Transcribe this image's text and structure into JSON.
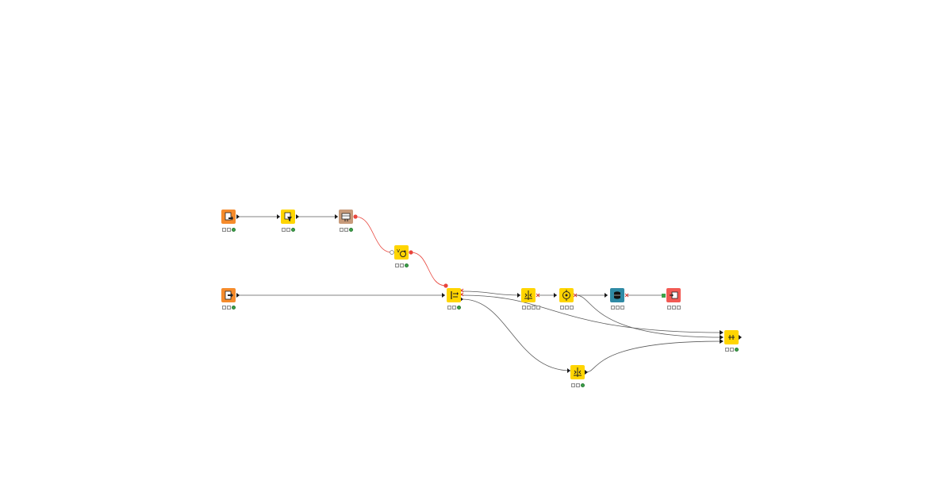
{
  "workflow": {
    "colors": {
      "source": "#f58b2b",
      "manipulator": "#ffd500",
      "visualizer": "#c79a7a",
      "db": "#2f8aa5",
      "sink": "#f25a54",
      "wire_data": "#5a5a5a",
      "wire_flow": "#e8453c",
      "status_ok": "#3da34a"
    },
    "nodes": [
      {
        "id": "n1",
        "kind": "source",
        "icon": "file-reader-icon",
        "ports_status": [
          "off",
          "off",
          "ok"
        ]
      },
      {
        "id": "n2",
        "kind": "manipulator",
        "icon": "column-filter-icon",
        "ports_status": [
          "off",
          "off",
          "ok"
        ]
      },
      {
        "id": "n3",
        "kind": "visualizer",
        "icon": "table-view-icon",
        "ports_status": [
          "off",
          "off",
          "ok"
        ]
      },
      {
        "id": "n4",
        "kind": "manipulator",
        "icon": "variable-loop-icon",
        "ports_status": [
          "off",
          "off",
          "ok"
        ]
      },
      {
        "id": "n5",
        "kind": "source",
        "icon": "table-reader-icon",
        "ports_status": [
          "off",
          "off",
          "ok"
        ]
      },
      {
        "id": "n6",
        "kind": "manipulator",
        "icon": "splitter-icon",
        "ports_status": [
          "off",
          "off",
          "ok"
        ]
      },
      {
        "id": "n7",
        "kind": "manipulator",
        "icon": "partition-icon",
        "ports_status": [
          "off",
          "off",
          "off",
          "off"
        ]
      },
      {
        "id": "n8",
        "kind": "manipulator",
        "icon": "model-learner-icon",
        "ports_status": [
          "off",
          "off",
          "off"
        ]
      },
      {
        "id": "n9",
        "kind": "db",
        "icon": "database-icon",
        "ports_status": [
          "off",
          "off",
          "off"
        ]
      },
      {
        "id": "n10",
        "kind": "sink",
        "icon": "writer-icon",
        "ports_status": [
          "off",
          "off",
          "off"
        ]
      },
      {
        "id": "n11",
        "kind": "manipulator",
        "icon": "concatenate-icon",
        "ports_status": [
          "off",
          "off",
          "ok"
        ]
      },
      {
        "id": "n12",
        "kind": "manipulator",
        "icon": "partition-icon",
        "ports_status": [
          "off",
          "off",
          "ok"
        ]
      }
    ]
  }
}
